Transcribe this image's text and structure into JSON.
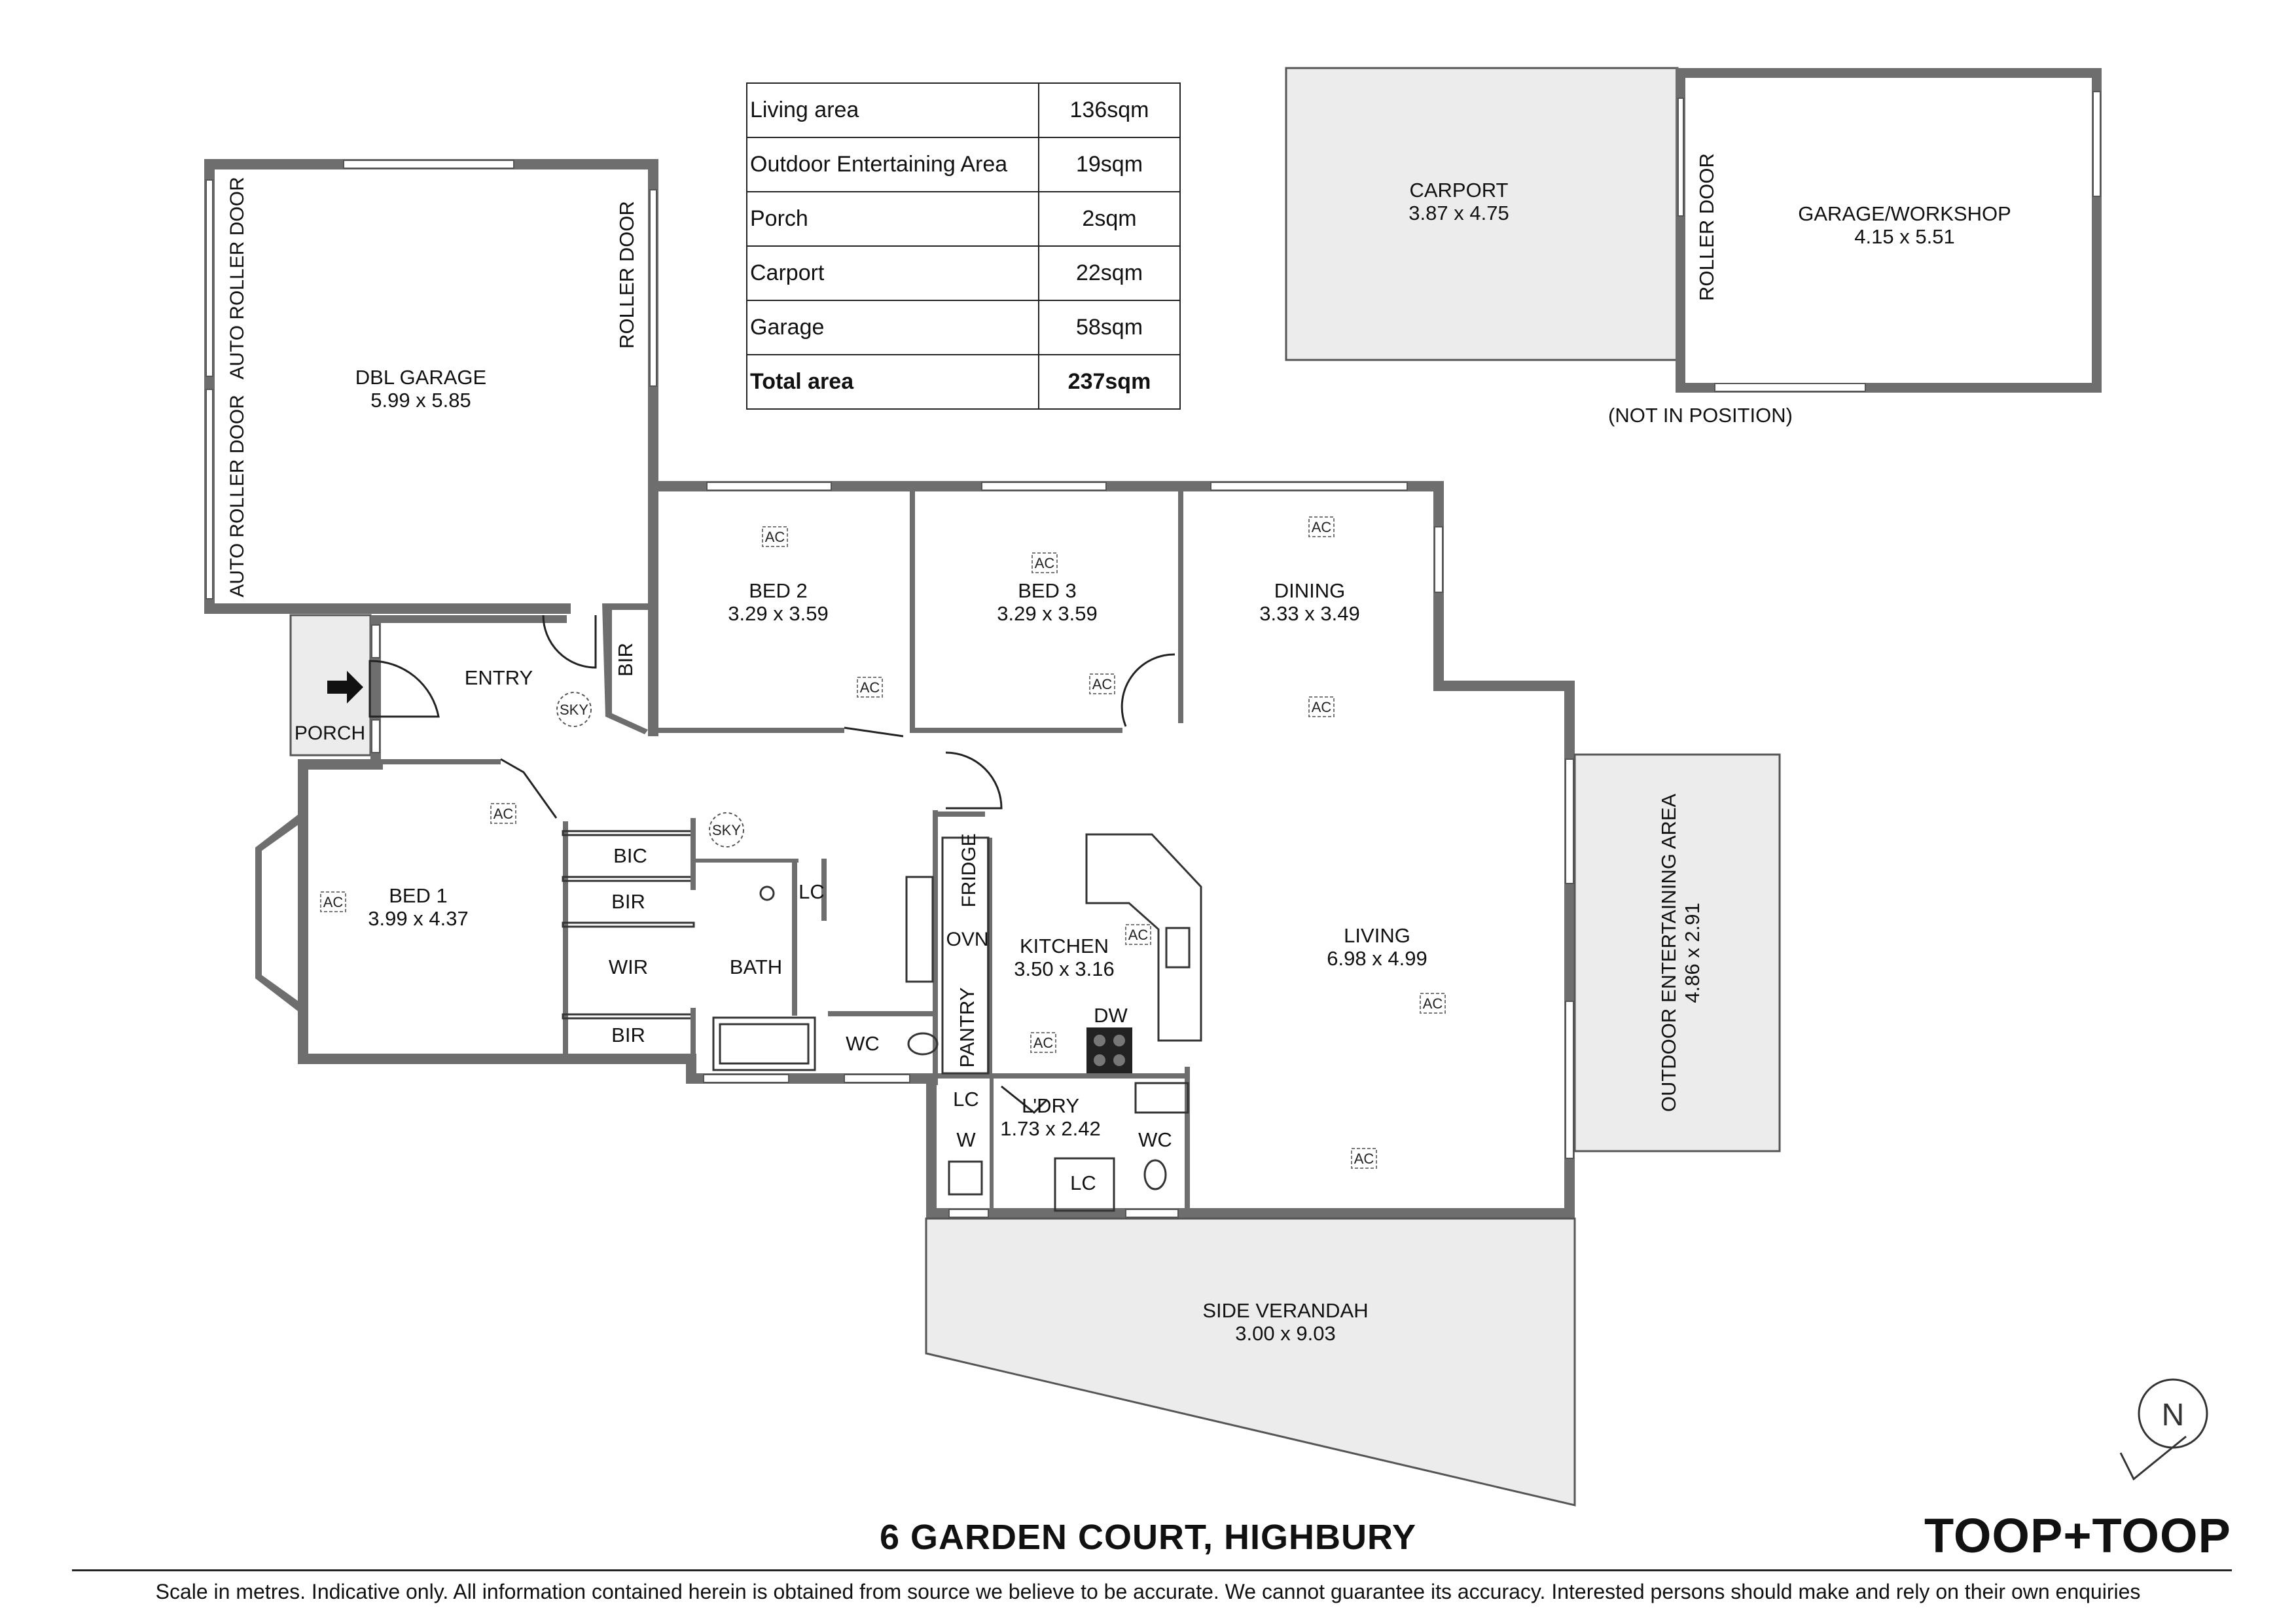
{
  "area_table": [
    {
      "label": "Living area",
      "value": "136sqm"
    },
    {
      "label": "Outdoor Entertaining Area",
      "value": "19sqm"
    },
    {
      "label": "Porch",
      "value": "2sqm"
    },
    {
      "label": "Carport",
      "value": "22sqm"
    },
    {
      "label": "Garage",
      "value": "58sqm"
    }
  ],
  "area_total": {
    "label": "Total area",
    "value": "237sqm"
  },
  "rooms": {
    "dbl_garage": {
      "name": "DBL GARAGE",
      "dim": "5.99 x 5.85"
    },
    "bed2": {
      "name": "BED 2",
      "dim": "3.29 x 3.59"
    },
    "bed3": {
      "name": "BED 3",
      "dim": "3.29 x 3.59"
    },
    "dining": {
      "name": "DINING",
      "dim": "3.33 x 3.49"
    },
    "living": {
      "name": "LIVING",
      "dim": "6.98 x 4.99"
    },
    "bed1": {
      "name": "BED 1",
      "dim": "3.99 x 4.37"
    },
    "kitchen": {
      "name": "KITCHEN",
      "dim": "3.50 x 3.16"
    },
    "laundry": {
      "name": "L'DRY",
      "dim": "1.73 x 2.42"
    },
    "verandah": {
      "name": "SIDE VERANDAH",
      "dim": "3.00 x 9.03"
    },
    "outdoor": {
      "name": "OUTDOOR ENTERTAINING AREA",
      "dim": "4.86 x 2.91"
    },
    "carport": {
      "name": "CARPORT",
      "dim": "3.87 x 4.75"
    },
    "workshop": {
      "name": "GARAGE/WORKSHOP",
      "dim": "4.15 x 5.51"
    }
  },
  "labels": {
    "entry": "ENTRY",
    "porch": "PORCH",
    "sky": "SKY",
    "bic": "BIC",
    "bir": "BIR",
    "wir": "WIR",
    "bath": "BATH",
    "wc": "WC",
    "lc": "LC",
    "w": "W",
    "fridge": "FRIDGE",
    "ovn": "OVN",
    "pantry": "PANTRY",
    "dw": "DW",
    "ac": "AC",
    "auto_roller_door": "AUTO ROLLER DOOR",
    "roller_door": "ROLLER DOOR",
    "not_in_position": "(NOT IN POSITION)",
    "north": "N"
  },
  "address": "6 GARDEN COURT, HIGHBURY",
  "brand": "TOOP+TOOP",
  "disclaimer": "Scale in metres. Indicative only. All information contained herein is obtained from source we believe to be accurate. We cannot guarantee its accuracy. Interested persons should make and rely on their own enquiries"
}
